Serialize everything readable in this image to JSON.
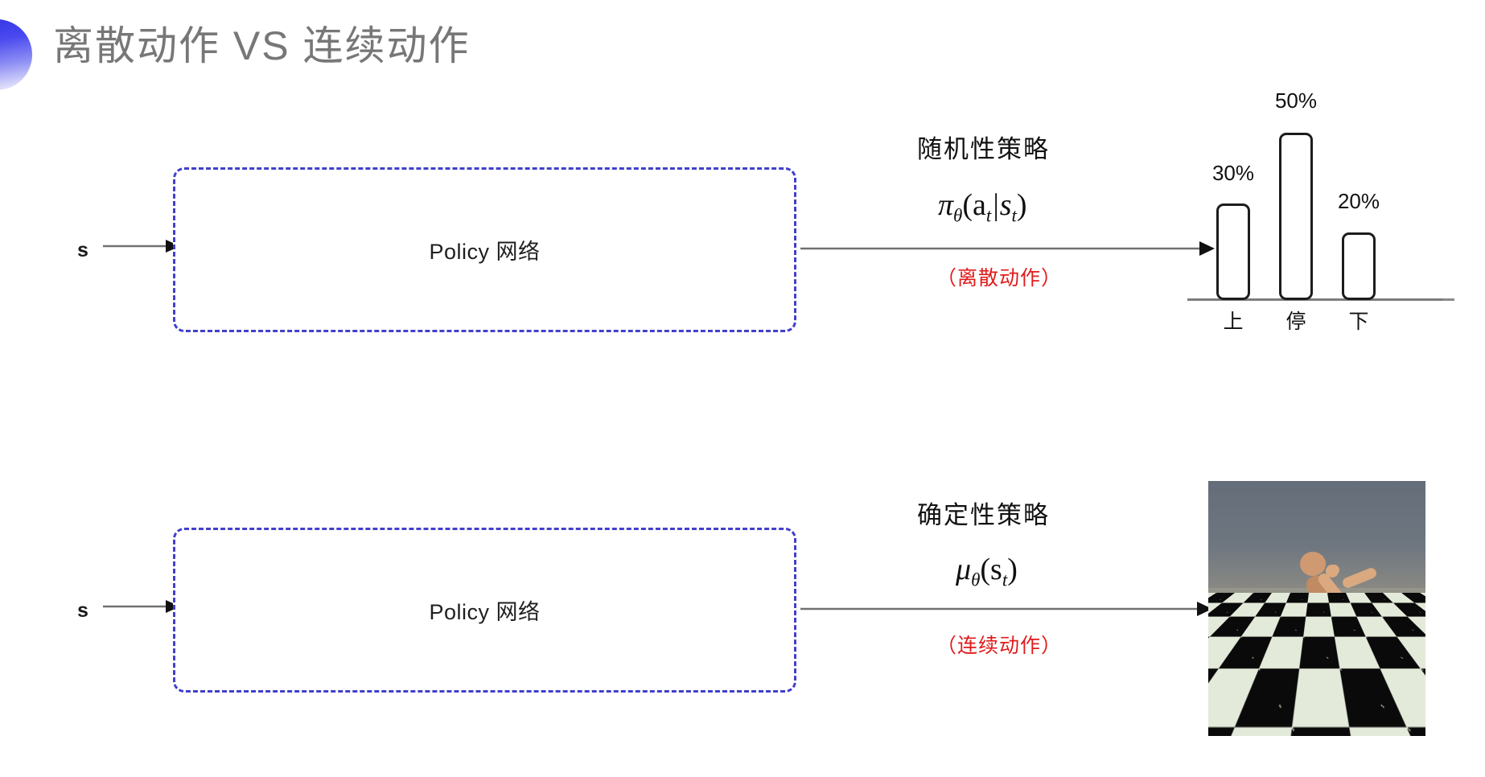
{
  "slide": {
    "title": "离散动作 VS 连续动作",
    "title_color": "#777777",
    "accent_color": "#3434e6"
  },
  "rows": [
    {
      "input_label": "s",
      "box_label": "Policy 网络",
      "policy_name": "随机性策略",
      "formula_main": "π",
      "formula_sub": "θ",
      "formula_rest": "(a",
      "formula_sub2": "t",
      "formula_bar": "|s",
      "formula_sub3": "t",
      "formula_close": ")",
      "note": "（离散动作）",
      "note_color": "#e01b1b"
    },
    {
      "input_label": "s",
      "box_label": "Policy 网络",
      "policy_name": "确定性策略",
      "formula_main": "μ",
      "formula_sub": "θ",
      "formula_rest": "(s",
      "formula_sub2": "t",
      "formula_close": ")",
      "note": "（连续动作）",
      "note_color": "#e01b1b"
    }
  ],
  "chart_data": {
    "type": "bar",
    "categories": [
      "上",
      "停",
      "下"
    ],
    "values": [
      30,
      50,
      20
    ],
    "value_labels": [
      "30%",
      "50%",
      "20%"
    ],
    "title": "",
    "xlabel": "",
    "ylabel": "",
    "ylim": [
      0,
      55
    ],
    "grid": false,
    "legend": "none",
    "bar_fill": "#ffffff",
    "bar_stroke": "#1c1c1c"
  },
  "humanoid": {
    "caption": "",
    "sky_color": "#6e7680",
    "floor_light": "#e3ead9",
    "floor_dark": "#0a0a0a",
    "body_color": "#cf9a72"
  }
}
